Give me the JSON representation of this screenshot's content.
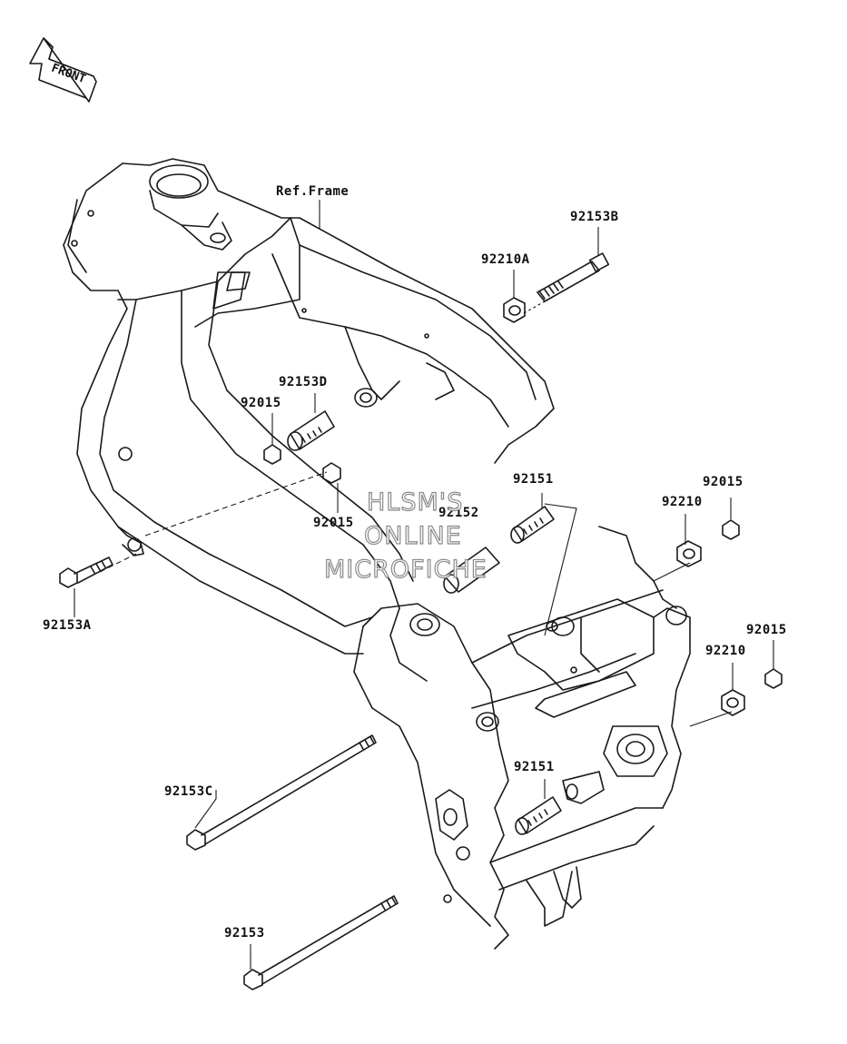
{
  "direction_badge": {
    "text": "FRONT"
  },
  "reference_label": "Ref.Frame",
  "parts": {
    "p92153b": "92153B",
    "p92210a": "92210A",
    "p92153d": "92153D",
    "p92015_a": "92015",
    "p92015_b": "92015",
    "p92151_top": "92151",
    "p92152": "92152",
    "p92015_c": "92015",
    "p92210_top": "92210",
    "p92015_d": "92015",
    "p92210_bottom": "92210",
    "p92153a": "92153A",
    "p92151_bottom": "92151",
    "p92153c": "92153C",
    "p92153": "92153"
  },
  "watermark": {
    "line1": "HLSM'S",
    "line2": "ONLINE",
    "line3": "MICROFICHE"
  },
  "colors": {
    "line": "#1a1a1a",
    "watermark_stroke": "#8a8a8a",
    "background": "#ffffff"
  }
}
